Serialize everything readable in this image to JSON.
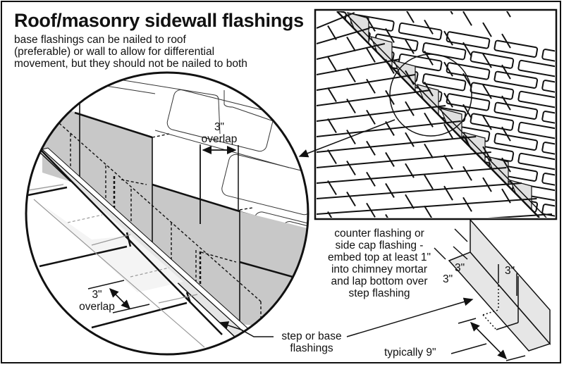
{
  "title": "Roof/masonry sidewall flashings",
  "subtitle_lines": [
    "base flashings can be nailed to roof",
    "(preferable) or wall to allow for differential",
    "movement, but they should not be nailed to both"
  ],
  "detail_view": {
    "overlap_top": {
      "value": "3\"",
      "label": "overlap"
    },
    "overlap_bottom": {
      "value": "3\"",
      "label": "overlap"
    }
  },
  "counter_flashing_note": {
    "lines": [
      "counter flashing or",
      "side cap flashing -",
      "embed top at least 1\"",
      "into chimney mortar",
      "and lap bottom over",
      "step flashing"
    ]
  },
  "step_flashing_label": {
    "lines": [
      "step or base",
      "flashings"
    ]
  },
  "dimensions": {
    "dim_a": "3\"",
    "dim_b": "3\"",
    "dim_c": "3\"",
    "length": "typically 9\""
  },
  "colors": {
    "ink": "#111111",
    "flashing_fill": "#c8c8c8",
    "light_fill": "#e6e6e6",
    "paper": "#ffffff"
  }
}
